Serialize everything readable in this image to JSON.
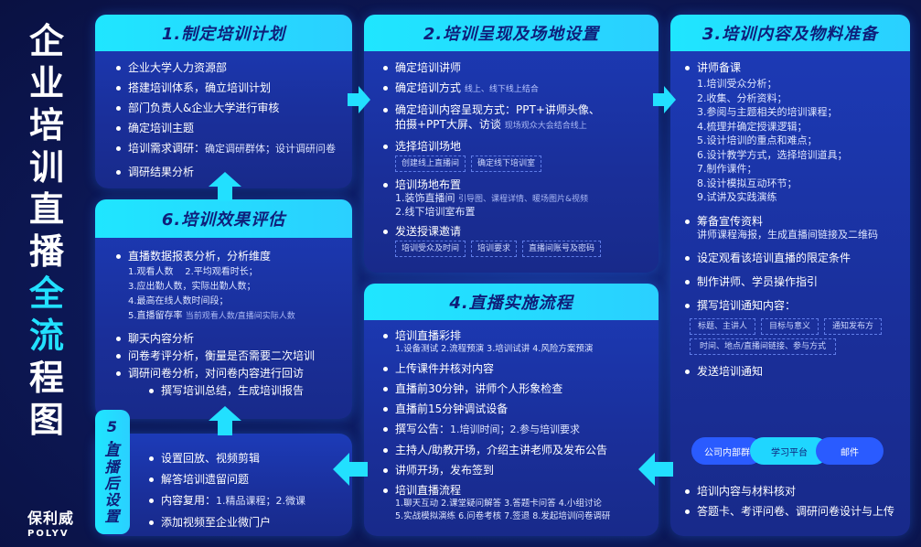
{
  "side_title": [
    "企",
    "业",
    "培",
    "训",
    "直",
    "播",
    "全",
    "流",
    "程",
    "图"
  ],
  "logo": {
    "cn": "保利威",
    "en": "POLYV"
  },
  "panel1": {
    "title": "1.制定培训计划",
    "items": [
      "企业大学人力资源部",
      "搭建培训体系，确立培训计划",
      "部门负责人&企业大学进行审核",
      "确定培训主题",
      "调研结果分析"
    ],
    "item5_main": "培训需求调研：",
    "item5_sub": "确定调研群体；设计调研问卷"
  },
  "panel2": {
    "title": "2.培训呈现及场地设置",
    "i1": "确定培训讲师",
    "i2_main": "确定培训方式",
    "i2_note": "线上、线下线上结合",
    "i3_main": "确定培训内容呈现方式：",
    "i3_sub": "PPT+讲师头像、",
    "i3_line2": "拍摄+PPT大屏、访谈",
    "i3_note": "现场观众大会结合线上",
    "i4": "选择培训场地",
    "i4_tags": [
      "创建线上直播间",
      "确定线下培训室"
    ],
    "i5": "培训场地布置",
    "i5_sub1": "1.装饰直播间",
    "i5_sub1_note": "引导图、课程详情、暖场图片&视频",
    "i5_sub2": "2.线下培训室布置",
    "i6": "发送授课邀请",
    "i6_tags": [
      "培训受众及时间",
      "培训要求",
      "直播间账号及密码"
    ]
  },
  "panel3": {
    "title": "3.培训内容及物料准备",
    "i1": "讲师备课",
    "i1_subs": [
      "1.培训受众分析；",
      "2.收集、分析资料；",
      "3.参阅与主题相关的培训课程；",
      "4.梳理并确定授课逻辑；",
      "5.设计培训的重点和难点；",
      "6.设计教学方式，选择培训道具；",
      "7.制作课件；",
      "8.设计模拟互动环节；",
      "9.试讲及实践演练"
    ],
    "i2": "筹备宣传资料",
    "i2_sub": "讲师课程海报，生成直播间链接及二维码",
    "i3": "设定观看该培训直播的限定条件",
    "i4": "制作讲师、学员操作指引",
    "i5": "撰写培训通知内容：",
    "i5_tags_row1": [
      "标题、主讲人",
      "目标与意义",
      "通知发布方"
    ],
    "i5_tags_row2": [
      "时间、地点/直播间链接、参与方式"
    ],
    "i6": "发送培训通知",
    "i6_pills": [
      "公司内部群",
      "学习平台",
      "邮件"
    ],
    "i7": "培训内容与材料核对",
    "i8": "答题卡、考评问卷、调研问卷设计与上传"
  },
  "panel4": {
    "title": "4.直播实施流程",
    "i1": "培训直播彩排",
    "i1_sub": "1.设备测试 2.流程预演 3.培训试讲 4.风险方案预演",
    "i2": "上传课件并核对内容",
    "i3": "直播前30分钟，讲师个人形象检查",
    "i4": "直播前15分钟调试设备",
    "i5_main": "撰写公告：",
    "i5_sub": "1.培训时间；2.参与培训要求",
    "i6": "主持人/助教开场，介绍主讲老师及发布公告",
    "i7": "讲师开场，发布签到",
    "i8": "培训直播流程",
    "i8_sub1": "1.聊天互动 2.课堂疑问解答 3.答题卡问答 4.小组讨论",
    "i8_sub2": "5.实战模拟演练 6.问卷考核 7.签退 8.发起培训问卷调研"
  },
  "panel5": {
    "title": [
      "5",
      ".",
      "直",
      "播",
      "后",
      "设",
      "置"
    ],
    "items": [
      "设置回放、视频剪辑",
      "解答培训遗留问题",
      "添加视频至企业微门户"
    ],
    "i3_main": "内容复用：",
    "i3_sub": "1.精品课程；2.微课"
  },
  "panel6": {
    "title": "6.培训效果评估",
    "i1": "直播数据报表分析，分析维度",
    "i1_subs": [
      "1.观看人数    2.平均观看时长；",
      "3.应出勤人数，实际出勤人数；",
      "4.最高在线人数时间段；"
    ],
    "i1_sub5": "5.直播留存率",
    "i1_sub5_note": "当前观看人数/直播间实际人数",
    "i2": "聊天内容分析",
    "i3": "问卷考评分析，衡量是否需要二次培训",
    "i4": "调研问卷分析，对问卷内容进行回访",
    "i5": "撰写培训总结，生成培训报告"
  },
  "colors": {
    "accent": "#22e0ff",
    "panel": "#1c3bb8",
    "background": "#0b1346",
    "pill_blue": "#2a5bff"
  }
}
